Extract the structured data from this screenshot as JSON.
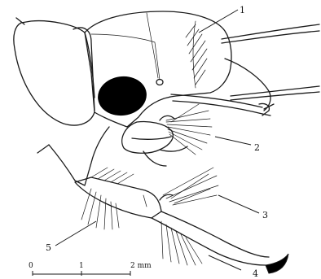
{
  "figure": {
    "callouts": [
      "1",
      "2",
      "3",
      "4",
      "5"
    ],
    "scale_bar": {
      "start": "0",
      "mid": "1",
      "end": "2 mm"
    }
  },
  "palette": {
    "ink": "#1a1a1a",
    "background": "#ffffff",
    "eye": "#000000"
  }
}
